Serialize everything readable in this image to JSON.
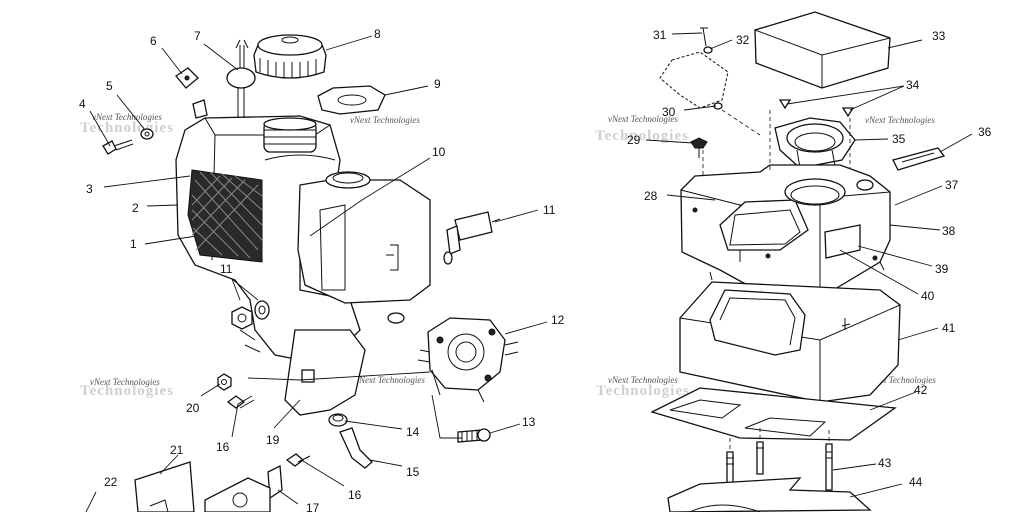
{
  "watermark": "vNext Technologies",
  "callouts": {
    "c1": "1",
    "c2": "2",
    "c3": "3",
    "c4": "4",
    "c5": "5",
    "c6": "6",
    "c7": "7",
    "c8": "8",
    "c9": "9",
    "c10": "10",
    "c11a": "11",
    "c11b": "11",
    "c12": "12",
    "c13": "13",
    "c14": "14",
    "c15": "15",
    "c16a": "16",
    "c16b": "16",
    "c17": "17",
    "c19": "19",
    "c20": "20",
    "c21": "21",
    "c22": "22",
    "c28": "28",
    "c29": "29",
    "c30": "30",
    "c31": "31",
    "c32": "32",
    "c33": "33",
    "c34": "34",
    "c35": "35",
    "c36": "36",
    "c37": "37",
    "c38": "38",
    "c39": "39",
    "c40": "40",
    "c41": "41",
    "c42": "42",
    "c43": "43",
    "c44": "44"
  }
}
